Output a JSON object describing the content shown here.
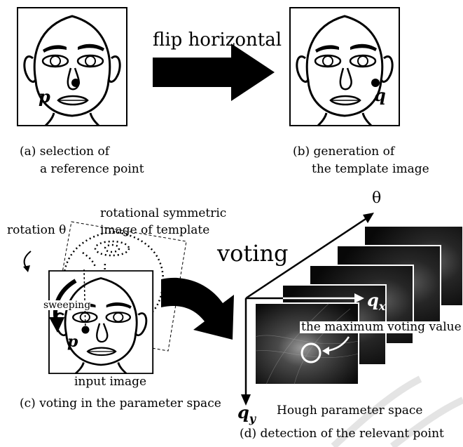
{
  "panel_a": {
    "point_label": "p",
    "caption_line1": "(a) selection of",
    "caption_line2": "a reference point"
  },
  "transform": {
    "label": "flip horizontal"
  },
  "panel_b": {
    "point_label": "q",
    "caption_line1": "(b) generation of",
    "caption_line2": "the template image"
  },
  "panel_c": {
    "rotation_label": "rotation θ",
    "template_label_line1": "rotational symmetric",
    "template_label_line2": "image of template",
    "sweeping_label": "sweeping",
    "point_label": "p",
    "input_label": "input image",
    "caption": "(c) voting in the parameter space"
  },
  "voting": {
    "label": "voting"
  },
  "panel_d": {
    "theta_axis": "θ",
    "qx_axis": "q",
    "qx_sub": "x",
    "qy_axis": "q",
    "qy_sub": "y",
    "max_label": "the maximum voting value",
    "space_label": "Hough parameter space",
    "caption": "(d) detection of the relevant point"
  },
  "colors": {
    "ink": "#000000",
    "background": "#ffffff",
    "hough_dark": "#0a0a0a",
    "hough_glow": "#8a8a8a",
    "watermark": "#e6e6e6"
  }
}
